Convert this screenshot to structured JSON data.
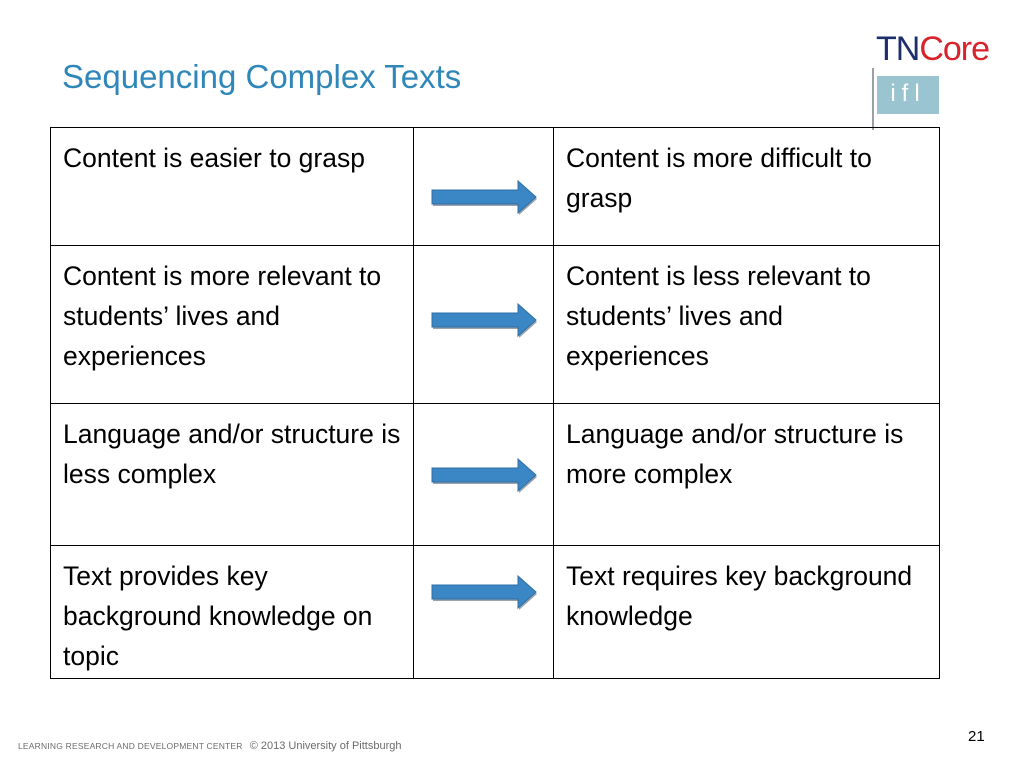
{
  "slide": {
    "title": "Sequencing Complex Texts",
    "page_number": "21"
  },
  "logo": {
    "tn": "TN",
    "core": "Core",
    "ifl": "ifl"
  },
  "table": {
    "rows": [
      {
        "from": "Content is easier to grasp",
        "to": "Content is more difficult to grasp"
      },
      {
        "from": "Content is more relevant to students’ lives and experiences",
        "to": "Content is less relevant to students’ lives and experiences"
      },
      {
        "from": "Language and/or structure is less complex",
        "to": "Language and/or structure is more complex"
      },
      {
        "from": "Text provides key background knowledge on topic",
        "to": "Text requires key background knowledge"
      }
    ]
  },
  "footer": {
    "center_name": "Learning Research and Development Center",
    "copyright": "© 2013 University of Pittsburgh"
  },
  "colors": {
    "title": "#2e87b8",
    "arrow": "#3b86c4",
    "logo_tn": "#1d2f6b",
    "logo_core": "#d8232a",
    "logo_ifl_box": "#9bc4d1"
  },
  "icons": {
    "arrow": "right-arrow-icon"
  }
}
